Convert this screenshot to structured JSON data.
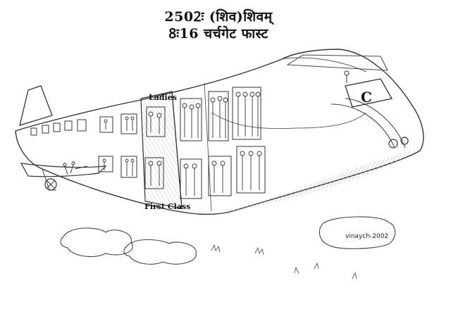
{
  "header": {
    "line1": "2502ः (शिव)शिवम्",
    "line2": "8ः16 चर्चगेट फास्ट"
  },
  "labels": {
    "ladies": "Ladies",
    "first_class": "First Class",
    "compartment_letter": "C"
  },
  "signature": "vinaych-2002",
  "colors": {
    "ink": "#222222",
    "shading": "#9a9a9a",
    "paper": "#ffffff"
  }
}
